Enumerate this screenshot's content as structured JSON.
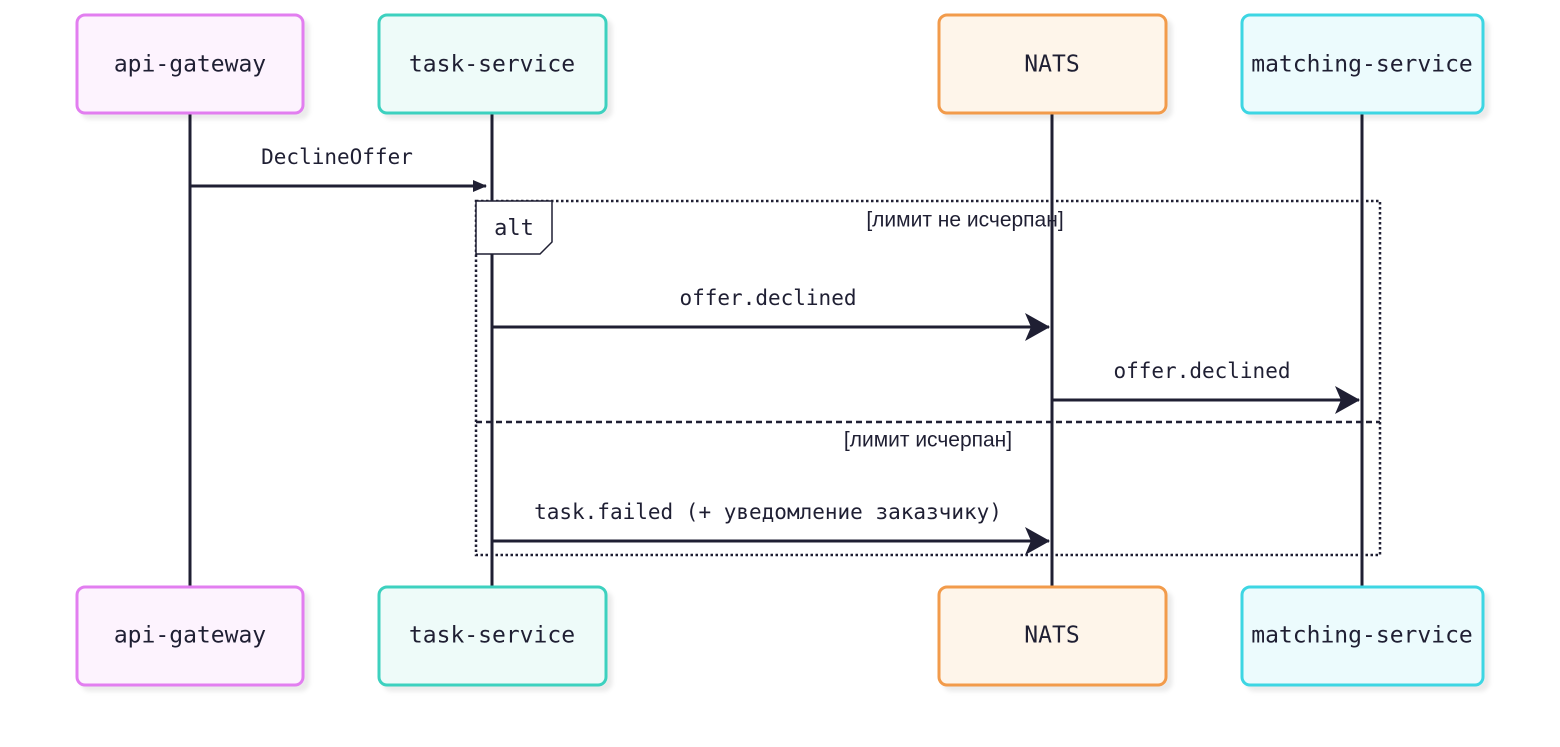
{
  "actors": [
    {
      "id": "api",
      "label": "api-gateway",
      "border": "#e27ef0",
      "fill": "#fdf3fe"
    },
    {
      "id": "task",
      "label": "task-service",
      "border": "#3ed1bf",
      "fill": "#eefbf9"
    },
    {
      "id": "nats",
      "label": "NATS",
      "border": "#f29b4b",
      "fill": "#fef5ea"
    },
    {
      "id": "match",
      "label": "matching-service",
      "border": "#3dd6e3",
      "fill": "#ecfbfd"
    }
  ],
  "messages": [
    {
      "from": "api",
      "to": "task",
      "label": "DeclineOffer",
      "arrow": "filled"
    },
    {
      "from": "task",
      "to": "nats",
      "label": "offer.declined",
      "arrow": "open"
    },
    {
      "from": "nats",
      "to": "match",
      "label": "offer.declined",
      "arrow": "open"
    },
    {
      "from": "task",
      "to": "nats",
      "label": "task.failed (+ уведомление заказчику)",
      "arrow": "open"
    }
  ],
  "fragment": {
    "keyword": "alt",
    "conditions": [
      "[лимит не исчерпан]",
      "[лимит исчерпан]"
    ]
  },
  "colors": {
    "line": "#1f1f33",
    "text": "#1f1f33"
  }
}
